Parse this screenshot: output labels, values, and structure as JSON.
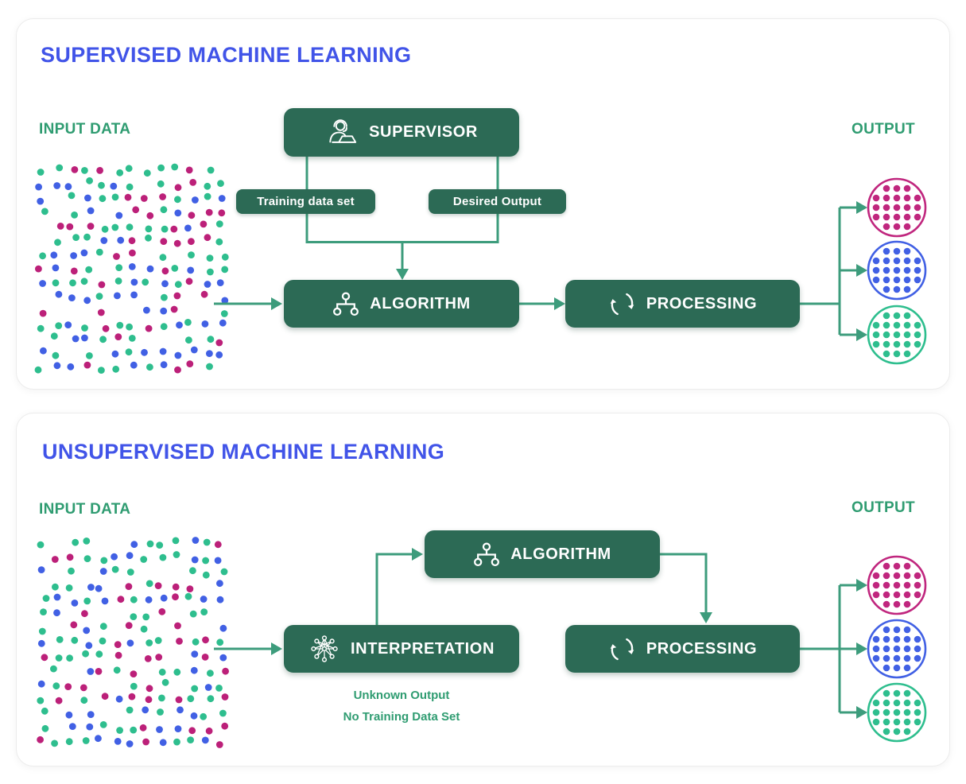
{
  "colors": {
    "title_blue": "#4154e8",
    "label_green": "#2f9c71",
    "box_green": "#2c6a55",
    "line_green": "#3d9c7c",
    "dot_green": "#2ebe8e",
    "dot_blue": "#4160e4",
    "dot_magenta": "#bc2079",
    "circle_magenta": "#c0267e",
    "circle_blue": "#4160e4",
    "circle_green": "#2ebe8e"
  },
  "panels": [
    {
      "title": "SUPERVISED MACHINE LEARNING",
      "input_label": "INPUT DATA",
      "output_label": "OUTPUT",
      "nodes": {
        "supervisor": "SUPERVISOR",
        "training": "Training data set",
        "desired": "Desired Output",
        "algorithm": "ALGORITHM",
        "processing": "PROCESSING"
      },
      "icons": {
        "supervisor": "person-headset-laptop-icon",
        "algorithm": "hierarchy-icon",
        "processing": "cycle-arrows-icon"
      }
    },
    {
      "title": "UNSUPERVISED MACHINE LEARNING",
      "input_label": "INPUT DATA",
      "output_label": "OUTPUT",
      "nodes": {
        "algorithm": "ALGORITHM",
        "interpretation": "INTERPRETATION",
        "processing": "PROCESSING"
      },
      "icons": {
        "algorithm": "hierarchy-icon",
        "interpretation": "network-icon",
        "processing": "cycle-arrows-icon"
      },
      "notes": [
        "Unknown Output",
        "No Training Data Set"
      ]
    }
  ],
  "output_clusters": [
    "magenta",
    "blue",
    "green"
  ],
  "cluster_pattern": [
    3,
    5,
    5,
    5,
    3
  ],
  "scatter": {
    "cols": 13,
    "rows": 15,
    "skip_ratio": 0.13,
    "weights": {
      "green": 0.46,
      "blue": 0.28,
      "magenta": 0.26
    }
  }
}
